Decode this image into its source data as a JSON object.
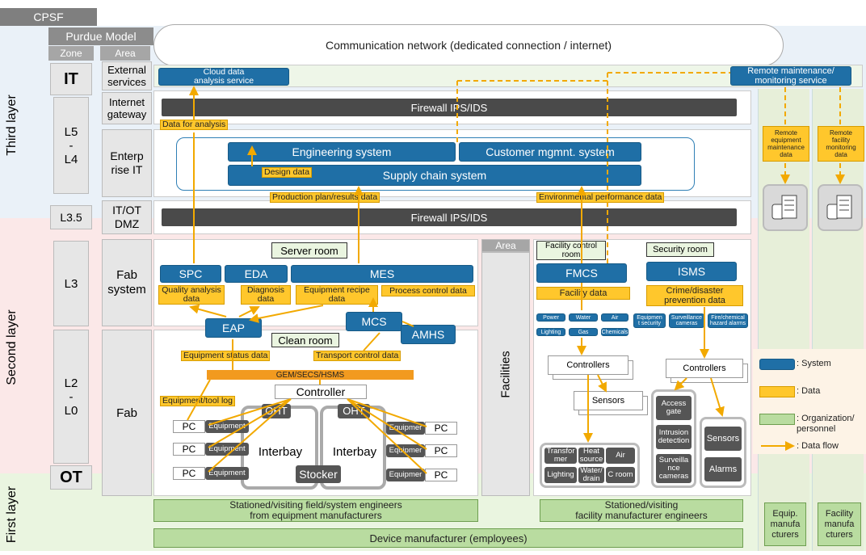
{
  "header": {
    "cpsf": "CPSF",
    "purdue": "Purdue Model",
    "zone": "Zone",
    "area": "Area",
    "network": "Communication network (dedicated connection / internet)"
  },
  "layers": {
    "third": "Third layer",
    "second": "Second layer",
    "first": "First layer"
  },
  "zones": {
    "it": "IT",
    "l5": "L5",
    "dash1": "-",
    "l4": "L4",
    "l35": "L3.5",
    "l3": "L3",
    "l2": "L2",
    "dash2": "-",
    "l0": "L0",
    "ot": "OT"
  },
  "areas": {
    "external1": "External",
    "external2": "services",
    "internet1": "Internet",
    "internet2": "gateway",
    "enterprise1": "Enterp",
    "enterprise2": "rise IT",
    "dmz1": "IT/OT",
    "dmz2": "DMZ",
    "fabsys1": "Fab",
    "fabsys2": "system",
    "fab": "Fab",
    "facilities_area": "Area",
    "facilities": "Facilities"
  },
  "external": {
    "cloud1": "Cloud data",
    "cloud2": "analysis service",
    "remote1": "Remote maintenance/",
    "remote2": "monitoring service"
  },
  "firewall1": "Firewall IPS/IDS",
  "firewall2": "Firewall IPS/IDS",
  "data": {
    "analysis": "Data for analysis",
    "design": "Design data",
    "production": "Production plan/results data",
    "environmental": "Environmental performance data",
    "remote_equip": [
      "Remote",
      "equipment",
      "maintenance",
      "data"
    ],
    "remote_fac": [
      "Remote",
      "facility",
      "monitoring",
      "data"
    ],
    "quality": [
      "Quality analysis",
      "data"
    ],
    "diagnosis": [
      "Diagnosis",
      "data"
    ],
    "recipe": [
      "Equipment recipe",
      "data"
    ],
    "process": "Process control data",
    "facility": "Facility data",
    "crime": [
      "Crime/disaster",
      "prevention data"
    ],
    "equip_status": "Equipment status data",
    "transport": "Transport control data",
    "gem": "GEM/SECS/HSMS",
    "tool_log": "Equipment/tool log"
  },
  "enterprise": {
    "engineering": "Engineering system",
    "customer": "Customer mgmnt. system",
    "supply": "Supply chain system"
  },
  "fabsys": {
    "server_room": "Server room",
    "spc": "SPC",
    "eda": "EDA",
    "mes": "MES",
    "eap": "EAP",
    "mcs": "MCS",
    "amhs": "AMHS"
  },
  "fab": {
    "clean_room": "Clean room",
    "controller": "Controller",
    "oht1": "OHT",
    "oht2": "OHT",
    "interbay1": "Interbay",
    "interbay2": "Interbay",
    "stocker": "Stocker",
    "pc": "PC",
    "equipment": "Equipment",
    "equipmer": "Equipmer"
  },
  "facilities_box": {
    "fcr1": "Facility control",
    "fcr2": "room",
    "security_room": "Security room",
    "fmcs": "FMCS",
    "isms": "ISMS",
    "f1": [
      "Power",
      "Water",
      "Air"
    ],
    "f2": [
      "Lighting",
      "Gas",
      "Chemicals"
    ],
    "s1": [
      "Equipmen",
      "t security"
    ],
    "s2": [
      "Surveillance",
      "cameras"
    ],
    "s3": [
      "Fire/chemical",
      "hazard alarms"
    ],
    "controllers1": "Controllers",
    "controllers2": "Controllers",
    "sensors": "Sensors",
    "devs": [
      "Transfor",
      "mer",
      "Heat",
      "source",
      "Air",
      "Lighting",
      "Water/",
      "drain",
      "C room"
    ],
    "sec": [
      "Access",
      "gate",
      "Intrusion",
      "detection",
      "Surveilla",
      "nce",
      "cameras"
    ],
    "sensors2": "Sensors",
    "alarms": "Alarms"
  },
  "legend": {
    "system": ": System",
    "data": ": Data",
    "org1": ": Organization/",
    "org2": "personnel",
    "flow": ": Data flow"
  },
  "first": {
    "stationed_eq1": "Stationed/visiting field/system engineers",
    "stationed_eq2": "from equipment manufacturers",
    "stationed_fac1": "Stationed/visiting",
    "stationed_fac2": "facility manufacturer engineers",
    "device": "Device manufacturer (employees)",
    "equip_manu": [
      "Equip.",
      "manufa",
      "cturers"
    ],
    "fac_manu": [
      "Facility",
      "manufa",
      "cturers"
    ]
  },
  "colors": {
    "system": "#1f6fa6",
    "data": "#ffc72c",
    "org": "#b9dca0",
    "firewall": "#4a4a4a",
    "flow": "#f2a900"
  }
}
